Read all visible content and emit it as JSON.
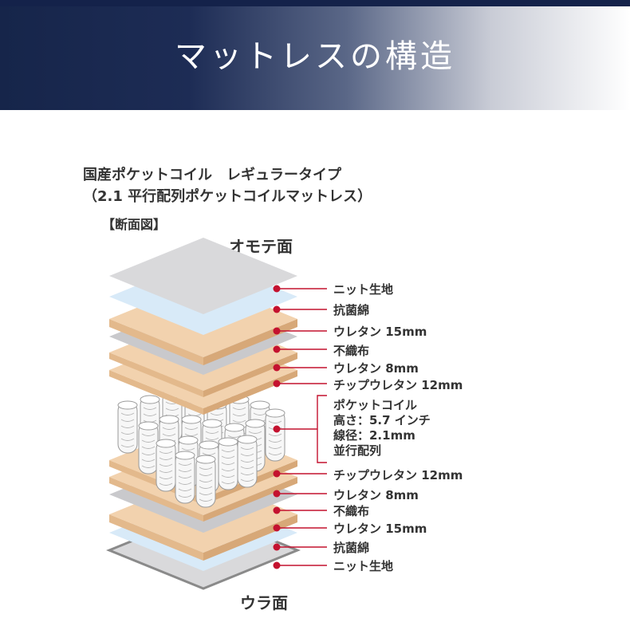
{
  "banner": {
    "title": "マットレスの構造"
  },
  "product": {
    "title_line1": "国産ポケットコイル　レギュラータイプ",
    "title_line2": "（2.1 平行配列ポケットコイルマットレス）"
  },
  "section_label": "【断面図】",
  "side_labels": {
    "top": "オモテ面",
    "bottom": "ウラ面"
  },
  "layers": [
    {
      "label": "ニット生地"
    },
    {
      "label": "抗菌綿"
    },
    {
      "label": "ウレタン 15mm"
    },
    {
      "label": "不織布"
    },
    {
      "label": "ウレタン 8mm"
    },
    {
      "label": "チップウレタン 12mm"
    },
    {
      "label": "チップウレタン 12mm"
    },
    {
      "label": "ウレタン 8mm"
    },
    {
      "label": "不織布"
    },
    {
      "label": "ウレタン 15mm"
    },
    {
      "label": "抗菌綿"
    },
    {
      "label": "ニット生地"
    }
  ],
  "coil": {
    "lines": [
      "ポケットコイル",
      "高さ：5.7 インチ",
      "線径：2.1mm",
      "並行配列"
    ]
  },
  "colors": {
    "banner_dark": "#16254a",
    "marker_red": "#c4122f",
    "urethane": "#f2d2ae",
    "knit": "#d9d9db",
    "cotton": "#d8eaf8",
    "nonwoven": "#c9c9cc"
  }
}
